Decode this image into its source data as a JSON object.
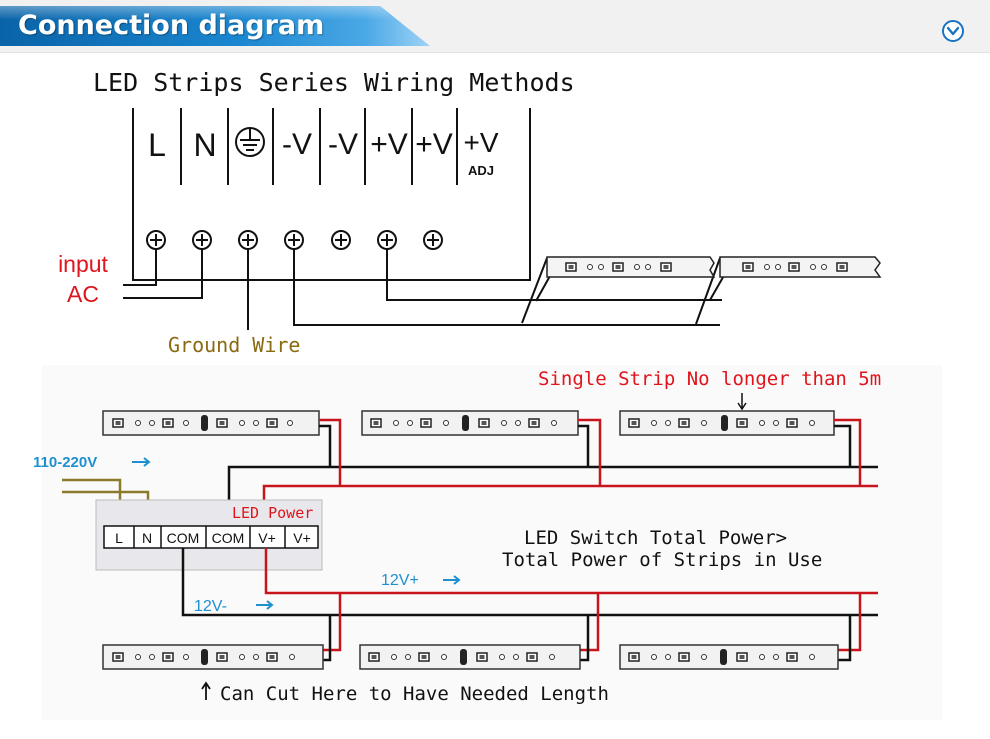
{
  "header": {
    "title": "Connection diagram",
    "expand_icon": "chevron-down-circle-icon"
  },
  "top_diagram": {
    "title": "LED Strips Series Wiring Methods",
    "terminals": [
      "L",
      "N",
      "ground-symbol-icon",
      "-V",
      "-V",
      "+V",
      "+V",
      "+V"
    ],
    "adj_label": "ADJ",
    "input_label_line1": "input",
    "input_label_line2": "AC",
    "ground_wire_label": "Ground Wire"
  },
  "bottom_diagram": {
    "single_strip_note": "Single Strip No longer than 5m",
    "voltage_label": "110-220V",
    "power_label": "LED Power",
    "terminals": [
      "L",
      "N",
      "COM",
      "COM",
      "V+",
      "V+"
    ],
    "switch_note_line1": "LED Switch Total Power>",
    "switch_note_line2": "Total Power of Strips in Use",
    "positive_label": "12V+",
    "negative_label": "12V-",
    "cut_note": "Can Cut Here to Have Needed Length"
  },
  "colors": {
    "header_blue": "#1a86cf",
    "red_label": "#e0141c",
    "ground_label": "#8a6a10",
    "blue_label": "#1e90d0",
    "wire_red": "#c8141c",
    "wire_black": "#111111",
    "wire_olive": "#8a7a2a"
  }
}
